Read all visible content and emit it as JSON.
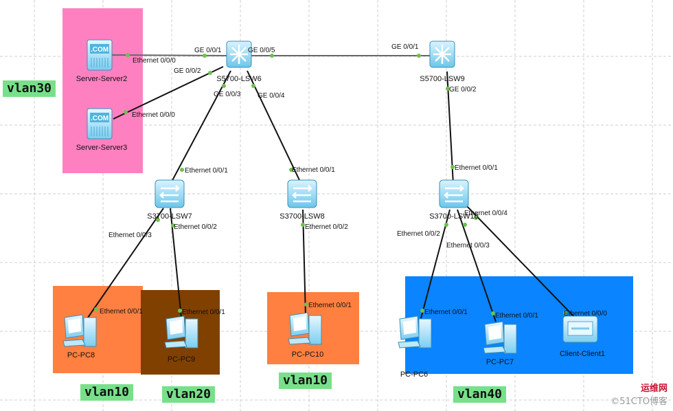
{
  "colors": {
    "vlan30_zone": "#ff80c0",
    "orange_zone": "#ff8040",
    "brown_zone": "#804000",
    "blue_zone": "#0a84ff",
    "tag_bg": "#78e08a",
    "link": "#111111",
    "port_dot": "#6cc24a",
    "device": "#7fd4f0"
  },
  "devices": {
    "lsw6": "S5700-LSW6",
    "lsw9": "S5700-LSW9",
    "lsw7": "S3700-LSW7",
    "lsw8": "S3700-LSW8",
    "lsw10": "S3700-LSW10",
    "server2": "Server-Server2",
    "server3": "Server-Server3",
    "pc8": "PC-PC8",
    "pc9": "PC-PC9",
    "pc10": "PC-PC10",
    "pc6": "PC-PC6",
    "pc7": "PC-PC7",
    "client1": "Client-Client1"
  },
  "ports": {
    "lsw6_ge001": "GE 0/0/1",
    "lsw6_ge005": "GE 0/0/5",
    "lsw6_ge002": "GE 0/0/2",
    "lsw6_ge003": "GE 0/0/3",
    "lsw6_ge004": "GE 0/0/4",
    "lsw9_ge001": "GE 0/0/1",
    "lsw9_ge002": "GE 0/0/2",
    "server2_eth": "Ethernet 0/0/0",
    "server3_eth": "Ethernet 0/0/0",
    "lsw7_eth001": "Ethernet 0/0/1",
    "lsw7_eth003": "Ethernet 0/0/3",
    "lsw7_eth002": "Ethernet 0/0/2",
    "lsw8_eth001": "Ethernet 0/0/1",
    "lsw8_eth002": "Ethernet 0/0/2",
    "lsw10_eth001": "Ethernet 0/0/1",
    "lsw10_eth004": "Ethernet 0/0/4",
    "lsw10_eth002": "Ethernet 0/0/2",
    "lsw10_eth003": "Ethernet 0/0/3",
    "pc8_eth": "Ethernet 0/0/1",
    "pc9_eth": "Ethernet 0/0/1",
    "pc10_eth": "Ethernet 0/0/1",
    "pc6_eth": "Ethernet 0/0/1",
    "pc7_eth": "Ethernet 0/0/1",
    "client1_eth": "Ethernet 0/0/0"
  },
  "vlan_tags": {
    "vlan30": "vlan30",
    "vlan10_a": "vlan10",
    "vlan20": "vlan20",
    "vlan10_b": "vlan10",
    "vlan40": "vlan40"
  },
  "server_badge": ".COM",
  "watermark": {
    "line1": "运维网",
    "line2": "©51CTO博客"
  }
}
